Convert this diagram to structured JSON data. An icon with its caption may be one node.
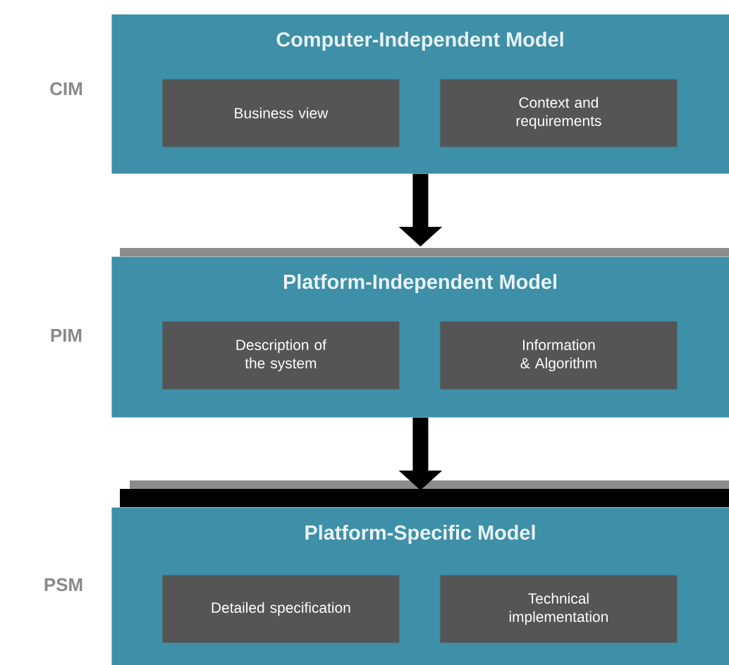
{
  "diagram": {
    "nodes": [
      {
        "text": [
          "Computer-Independent Model"
        ],
        "beside": [
          "CIM"
        ]
      },
      {
        "text": [
          "Business view"
        ],
        "in": 0
      },
      {
        "text": [
          "Context and requirements"
        ],
        "in": 0
      },
      {
        "text": [
          "Platform-Independent Model"
        ],
        "beside": [
          "PIM"
        ]
      },
      {
        "text": [
          "Description of the system"
        ],
        "in": 3
      },
      {
        "text": [
          "Information & Algorithm"
        ],
        "in": 3
      },
      {
        "text": [
          "Platform-Specific Model"
        ],
        "beside": [
          "PSM"
        ]
      },
      {
        "text": [
          "Detailed specification"
        ],
        "in": 6
      },
      {
        "text": [
          "Technical implementation"
        ],
        "in": 6
      }
    ],
    "edges": [
      {
        "from": 0,
        "to": 3,
        "arrow": "to"
      },
      {
        "from": 3,
        "to": 6,
        "arrow": "to"
      }
    ]
  }
}
